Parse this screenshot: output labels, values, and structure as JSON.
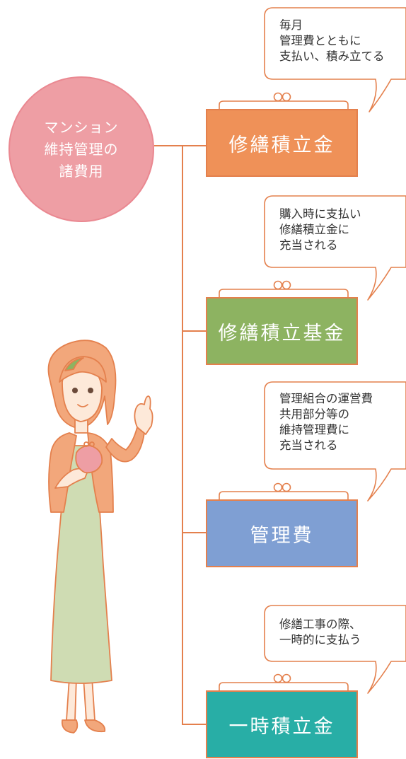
{
  "root": {
    "label": "マンション\n維持管理の\n諸費用",
    "color": "#ee9ea4"
  },
  "line_color": "#e4804d",
  "funds": [
    {
      "label": "修繕積立金",
      "color": "#ef9158",
      "note": "毎月\n管理費とともに\n支払い、積み立てる"
    },
    {
      "label": "修繕積立基金",
      "color": "#8db361",
      "note": "購入時に支払い\n修繕積立金に\n充当される"
    },
    {
      "label": "管理費",
      "color": "#7f9fd3",
      "note": "管理組合の運営費\n共用部分等の\n維持管理費に\n充当される"
    },
    {
      "label": "一時積立金",
      "color": "#28aea6",
      "note": "修繕工事の際、\n一時的に支払う"
    }
  ]
}
